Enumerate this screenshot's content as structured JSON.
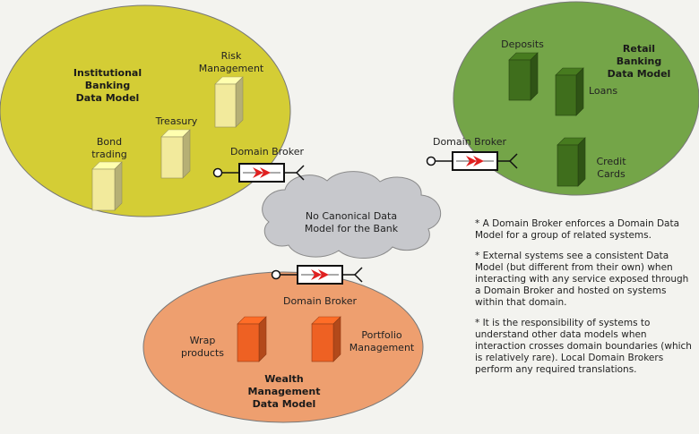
{
  "colors": {
    "institutional": "#d4cd35",
    "retail": "#74a548",
    "wealth": "#ee9f6f",
    "cloud": "#c7c8cc",
    "yellow_box": "#f2ea9c",
    "green_box": "#3f6e1c",
    "orange_box": "#ee6123",
    "broker_arrow": "#e02020"
  },
  "institutional": {
    "title": [
      "Institutional",
      "Banking",
      "Data Model"
    ],
    "systems": [
      {
        "label": [
          "Risk",
          "Management"
        ]
      },
      {
        "label": [
          "Treasury"
        ]
      },
      {
        "label": [
          "Bond",
          "trading"
        ]
      }
    ]
  },
  "retail": {
    "title": [
      "Retail",
      "Banking",
      "Data Model"
    ],
    "systems": [
      {
        "label": [
          "Deposits"
        ]
      },
      {
        "label": [
          "Loans"
        ]
      },
      {
        "label": [
          "Credit",
          "Cards"
        ]
      }
    ]
  },
  "wealth": {
    "title": [
      "Wealth",
      "Management",
      "Data Model"
    ],
    "systems": [
      {
        "label": [
          "Wrap",
          "products"
        ]
      },
      {
        "label": [
          "Portfolio",
          "Management"
        ]
      }
    ]
  },
  "cloud": {
    "text": [
      "No Canonical Data",
      "Model for the Bank"
    ]
  },
  "brokers": [
    {
      "label": "Domain Broker"
    },
    {
      "label": "Domain Broker"
    },
    {
      "label": "Domain Broker"
    }
  ],
  "notes": [
    "* A Domain Broker enforces a Domain Data Model for a group of related systems.",
    "* External systems see a consistent Data Model (but different from their own) when interacting with any service exposed through a Domain Broker and hosted on systems within that domain.",
    "* It is the responsibility of systems to understand other data models when interaction crosses domain boundaries (which is relatively rare). Local Domain Brokers perform any required translations."
  ]
}
